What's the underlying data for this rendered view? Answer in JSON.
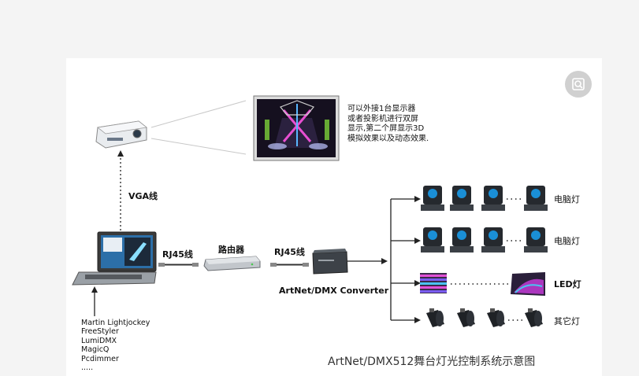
{
  "screen": {
    "description_lines": [
      "可以外接1台显示器",
      "或者投影机进行双屏",
      "显示,第二个屏显示3D",
      "模拟效果以及动态效果."
    ]
  },
  "labels": {
    "vga": "VGA线",
    "rj45_left": "RJ45线",
    "router": "路由器",
    "rj45_right": "RJ45线",
    "converter": "ArtNet/DMX Converter",
    "row1": "电脑灯",
    "row2": "电脑灯",
    "row3": "LED灯",
    "row4": "其它灯"
  },
  "software": [
    "Martin Lightjockey",
    "FreeStyler",
    "LumiDMX",
    "MagicQ",
    "Pcdimmer",
    "....."
  ],
  "caption": "ArtNet/DMX512舞台灯光控制系统示意图",
  "colors": {
    "line": "#222222",
    "accent": "#1a8fd6",
    "led": "#c23bd6"
  }
}
